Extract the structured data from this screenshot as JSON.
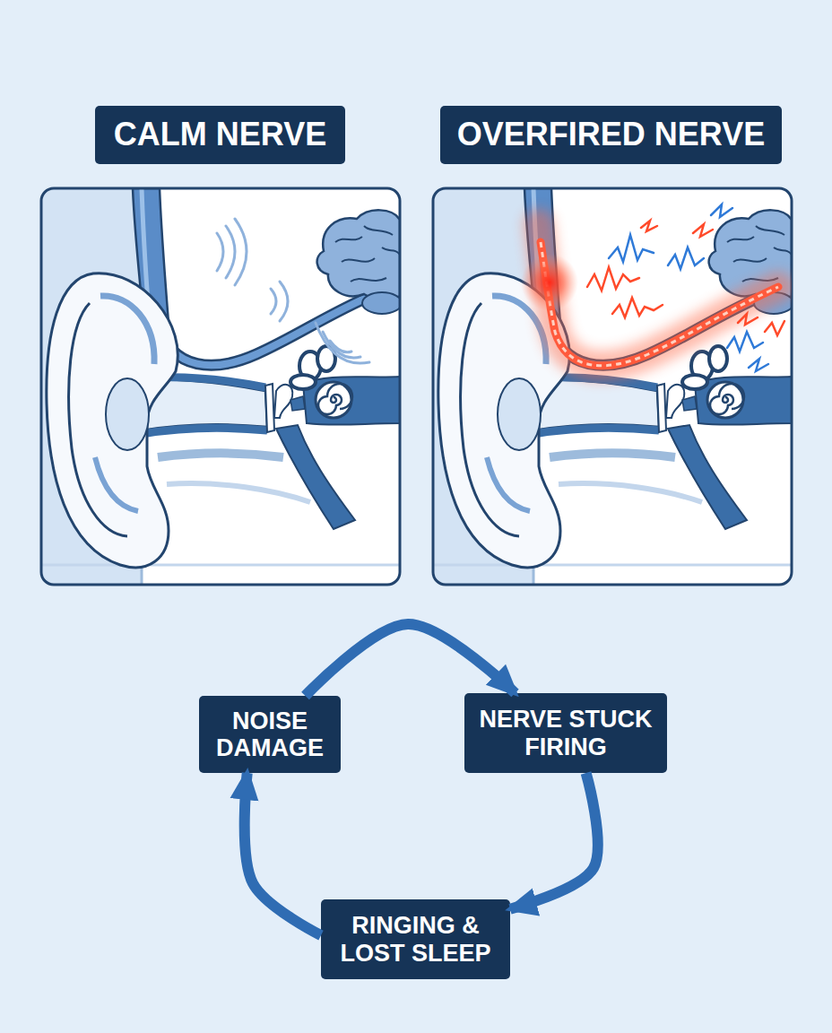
{
  "diagram": {
    "nodes": [
      {
        "text": [
          "CALM NERVE"
        ]
      },
      {
        "text": [
          "OVERFIRED NERVE"
        ]
      },
      {
        "text": [
          "NOISE DAMAGE"
        ]
      },
      {
        "text": [
          "NERVE STUCK FIRING"
        ]
      },
      {
        "text": [
          "RINGING & LOST SLEEP"
        ]
      }
    ],
    "edges": [
      {
        "from": 2,
        "to": 3,
        "arrow": "to"
      },
      {
        "from": 3,
        "to": 4,
        "arrow": "to"
      },
      {
        "from": 4,
        "to": 2,
        "arrow": "to"
      }
    ]
  }
}
